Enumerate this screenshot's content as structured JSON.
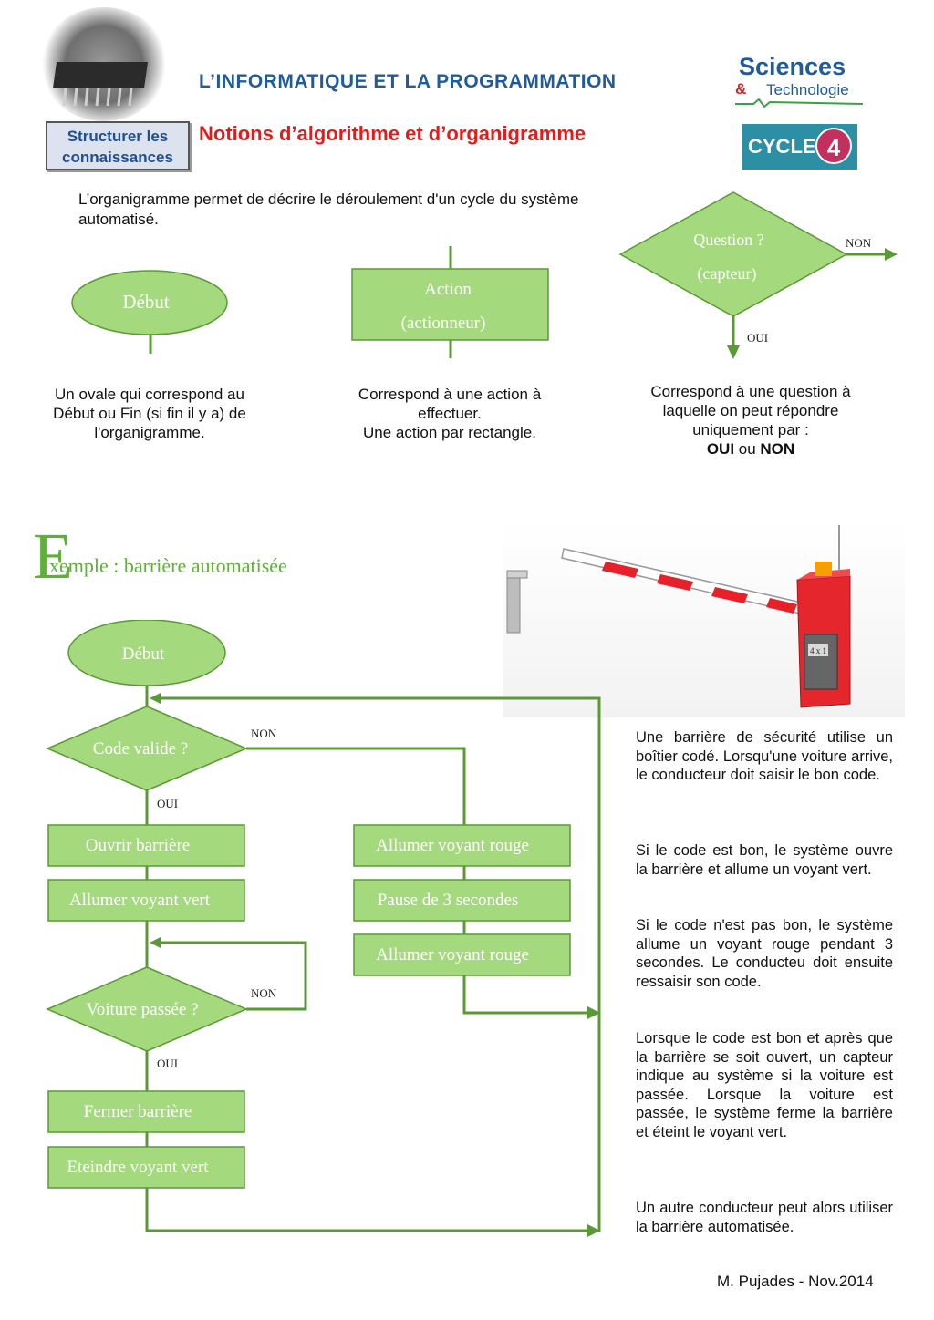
{
  "header": {
    "title": "L’INFORMATIQUE ET LA PROGRAMMATION",
    "subtitle": "Notions d’algorithme et d’organigramme",
    "section_box": [
      "Structurer les",
      "connaissances"
    ],
    "logo_text": [
      "Sciences",
      "&",
      "Technologie"
    ],
    "cycle_label": "CYCLE",
    "cycle_number": "4"
  },
  "intro": "L’organigramme permet de décrire le déroulement d'un cycle du système automatisé.",
  "symbols": {
    "oval_label": "Début",
    "rect_label": [
      "Action",
      "(actionneur)"
    ],
    "diamond_label": [
      "Question ?",
      "(capteur)"
    ],
    "non": "NON",
    "oui": "OUI",
    "oval_desc": [
      "Un ovale qui correspond au",
      "Début ou  Fin (si fin il y a) de",
      "l'organigramme."
    ],
    "rect_desc": [
      "Correspond à une action à",
      "effectuer.",
      "Une action par rectangle."
    ],
    "diamond_desc": [
      "Correspond à une question à",
      "laquelle on peut répondre",
      "uniquement par :"
    ],
    "diamond_desc_oui": "OUI",
    "diamond_desc_ou": " ou ",
    "diamond_desc_non": "NON"
  },
  "example": {
    "letter": "E",
    "title_rest": "xemple : barrière automatisée",
    "flow": {
      "debut": "Début",
      "code_valide": "Code valide ?",
      "ouvrir": "Ouvrir barrière",
      "vert_on": "Allumer voyant vert",
      "voiture": "Voiture passée ?",
      "fermer": "Fermer barrière",
      "vert_off": "Eteindre voyant vert",
      "rouge1": "Allumer voyant rouge",
      "pause": "Pause de 3 secondes",
      "rouge2": "Allumer voyant rouge",
      "non": "NON",
      "oui": "OUI"
    },
    "barrier_label": "4 x 1",
    "paragraphs": [
      "Une barrière de sécurité utilise un boîtier  codé. Lorsqu'une voiture arrive, le conducteur doit saisir le bon code.",
      "Si  le code est bon, le système ouvre la barrière et allume un voyant vert.",
      "Si le code n'est pas bon, le système allume un voyant rouge pendant 3 secondes. Le conducteu doit ensuite ressaisir son code.",
      "Lorsque le code est bon et après que la barrière se soit ouvert, un capteur indique au système si la voiture est passée. Lorsque la voiture est passée, le système ferme la barrière et éteint le voyant vert.",
      "Un  autre conducteur peut alors utiliser la barrière automatisée."
    ]
  },
  "footer": "M. Pujades - Nov.2014",
  "colors": {
    "shape_fill": "#a5d97e",
    "shape_stroke": "#5a9a35",
    "title_blue": "#1f5c99",
    "red": "#e31b1b",
    "example_green": "#5fb03a"
  }
}
